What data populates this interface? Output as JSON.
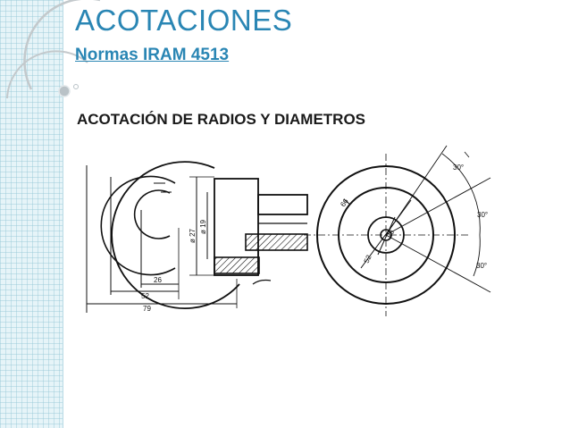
{
  "slide": {
    "title": "ACOTACIONES",
    "subtitle": "Normas IRAM 4513",
    "section_heading": "ACOTACIÓN DE RADIOS Y DIAMETROS"
  },
  "colors": {
    "accent": "#2a86b4",
    "band": "#e6f4f8"
  },
  "drawing_left": {
    "dims": {
      "d27": "ø 27",
      "d19": "ø 19",
      "r26": "26",
      "r52": "52",
      "r79": "79"
    }
  },
  "drawing_right": {
    "dims": {
      "d66": "66",
      "d20": "20",
      "d52": "52",
      "a1": "30°",
      "a2": "30°",
      "a3": "30°"
    }
  }
}
